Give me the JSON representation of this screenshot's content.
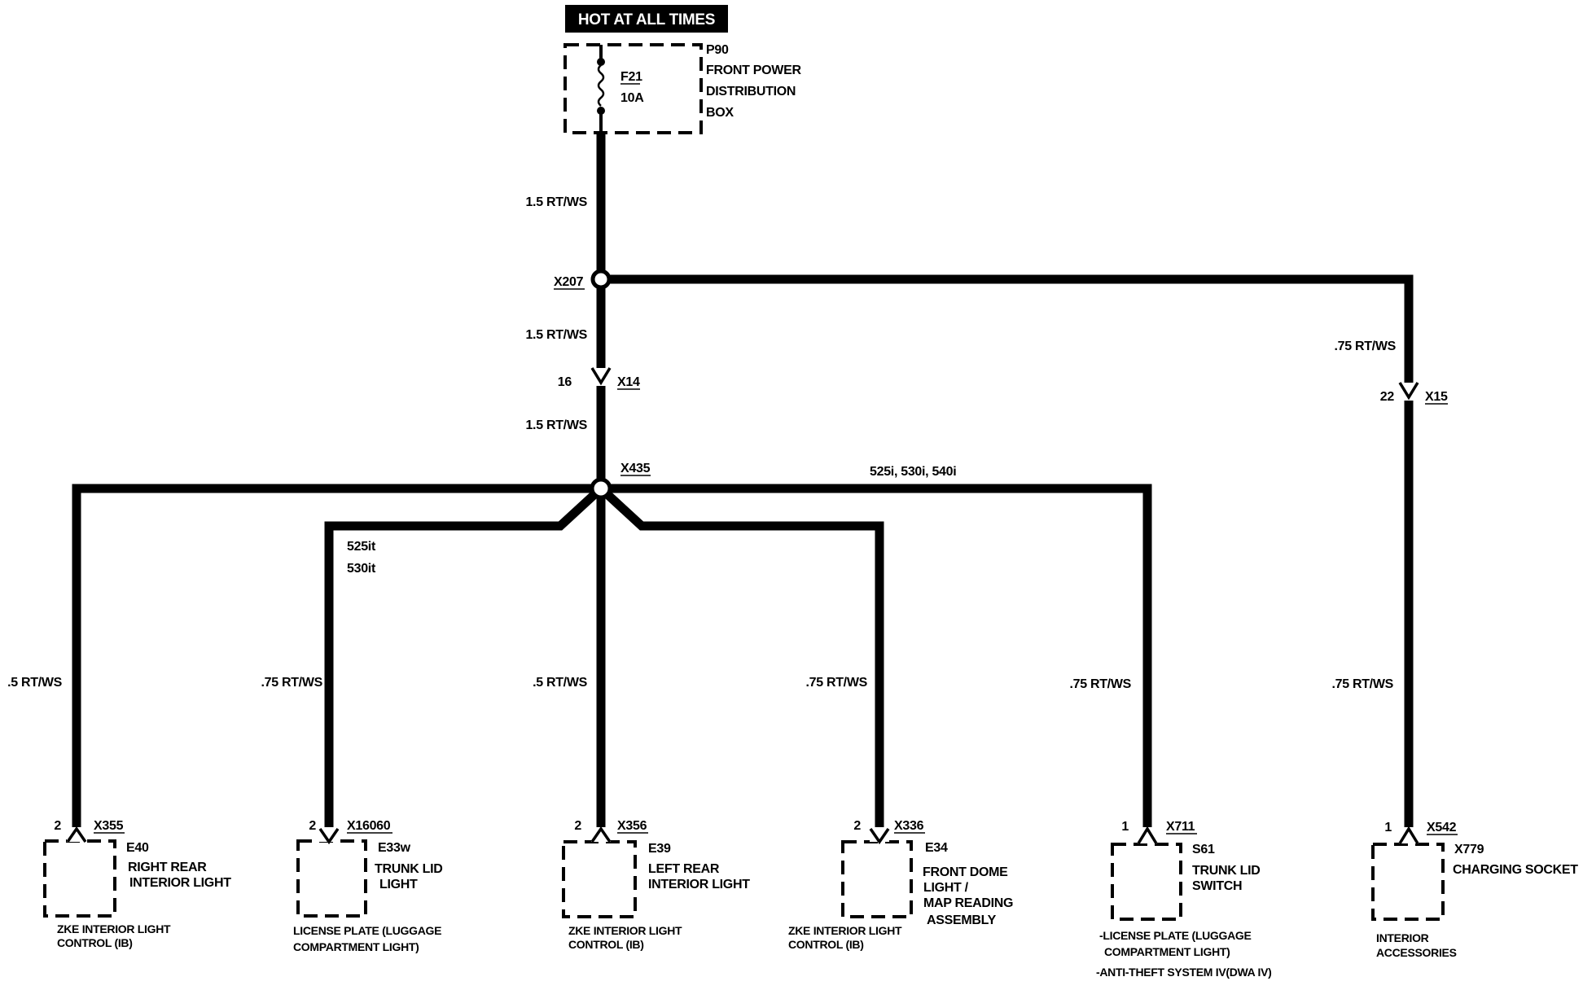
{
  "header": {
    "label": "HOT AT ALL TIMES"
  },
  "fuse_box": {
    "id": "P90",
    "line1": "FRONT POWER",
    "line2": "DISTRIBUTION",
    "line3": "BOX",
    "fuse_id": "F21",
    "fuse_rating": "10A"
  },
  "wires": {
    "w1": "1.5 RT/WS",
    "w2": "1.5 RT/WS",
    "w3": "1.5 RT/WS",
    "w_right_feed": ".75 RT/WS",
    "w_e40": ".5 RT/WS",
    "w_e33w": ".75 RT/WS",
    "w_e39": ".5 RT/WS",
    "w_e34": ".75 RT/WS",
    "w_s61": ".75 RT/WS",
    "w_x779": ".75 RT/WS"
  },
  "splices": {
    "x207": "X207",
    "x435": "X435"
  },
  "connectors": {
    "x14": {
      "id": "X14",
      "pin": "16"
    },
    "x15": {
      "id": "X15",
      "pin": "22"
    }
  },
  "variants": {
    "touring_line1": "525it",
    "touring_line2": "530it",
    "sedan": "525i, 530i, 540i"
  },
  "components": {
    "e40": {
      "connector": "X355",
      "pin": "2",
      "id": "E40",
      "name1": "RIGHT REAR",
      "name2": "INTERIOR LIGHT",
      "note1": "ZKE  INTERIOR LIGHT",
      "note2": "CONTROL (IB)"
    },
    "e33w": {
      "connector": "X16060",
      "pin": "2",
      "id": "E33w",
      "name1": "TRUNK LID",
      "name2": "LIGHT",
      "note1": "LICENSE PLATE (LUGGAGE",
      "note2": "COMPARTMENT LIGHT)"
    },
    "e39": {
      "connector": "X356",
      "pin": "2",
      "id": "E39",
      "name1": "LEFT REAR",
      "name2": "INTERIOR LIGHT",
      "note1": "ZKE  INTERIOR LIGHT",
      "note2": "CONTROL (IB)"
    },
    "e34": {
      "connector": "X336",
      "pin": "2",
      "id": "E34",
      "name1": "FRONT DOME",
      "name2": "LIGHT /",
      "name3": "MAP READING",
      "name4": "ASSEMBLY",
      "note1": "ZKE  INTERIOR LIGHT",
      "note2": "CONTROL (IB)"
    },
    "s61": {
      "connector": "X711",
      "pin": "1",
      "id": "S61",
      "name1": "TRUNK LID",
      "name2": "SWITCH",
      "note1": "-LICENSE PLATE (LUGGAGE",
      "note2": "COMPARTMENT LIGHT)",
      "note3": "-ANTI-THEFT SYSTEM IV(DWA IV)"
    },
    "x779": {
      "connector": "X542",
      "pin": "1",
      "id": "X779",
      "name1": "CHARGING SOCKET",
      "note1": "INTERIOR",
      "note2": "ACCESSORIES"
    }
  }
}
